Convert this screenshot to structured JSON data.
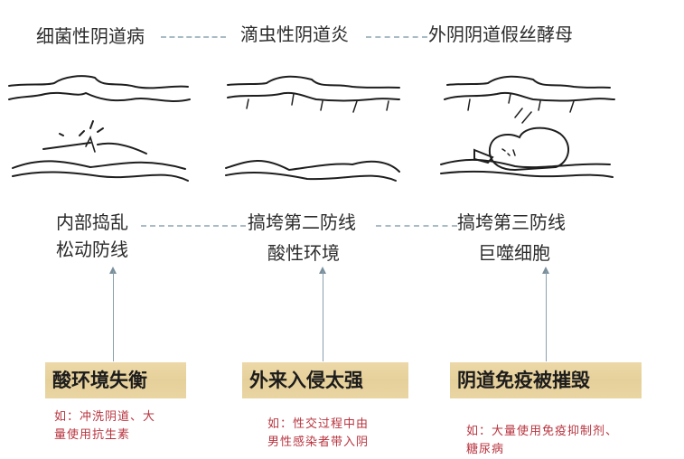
{
  "diseases": [
    {
      "label": "细菌性阴道病"
    },
    {
      "label": "滴虫性阴道炎"
    },
    {
      "label": "外阴阴道假丝酵母"
    }
  ],
  "mechanisms": [
    {
      "line1": "内部捣乱",
      "line2": "松动防线"
    },
    {
      "line1": "搞垮第二防线",
      "line2": "酸性环境"
    },
    {
      "line1": "搞垮第三防线",
      "line2": "巨噬细胞"
    }
  ],
  "causes": [
    {
      "label": "酸环境失衡",
      "example_line1": "如：冲洗阴道、大",
      "example_line2": "量使用抗生素"
    },
    {
      "label": "外来入侵太强",
      "example_line1": "如：性交过程中由",
      "example_line2": "男性感染者带入阴"
    },
    {
      "label": "阴道免疫被摧毁",
      "example_line1": "如：大量使用免疫抑制剂、",
      "example_line2": "糖尿病"
    }
  ],
  "illustrations": [
    {
      "icon": "disrupted-tissue-icon"
    },
    {
      "icon": "intact-tissue-icon"
    },
    {
      "icon": "sleeping-macrophage-icon"
    }
  ],
  "colors": {
    "cause_box": "#e6d09a",
    "example_text": "#b8343f",
    "dash": "#a9bcc6",
    "arrow": "#8aa0ad"
  }
}
